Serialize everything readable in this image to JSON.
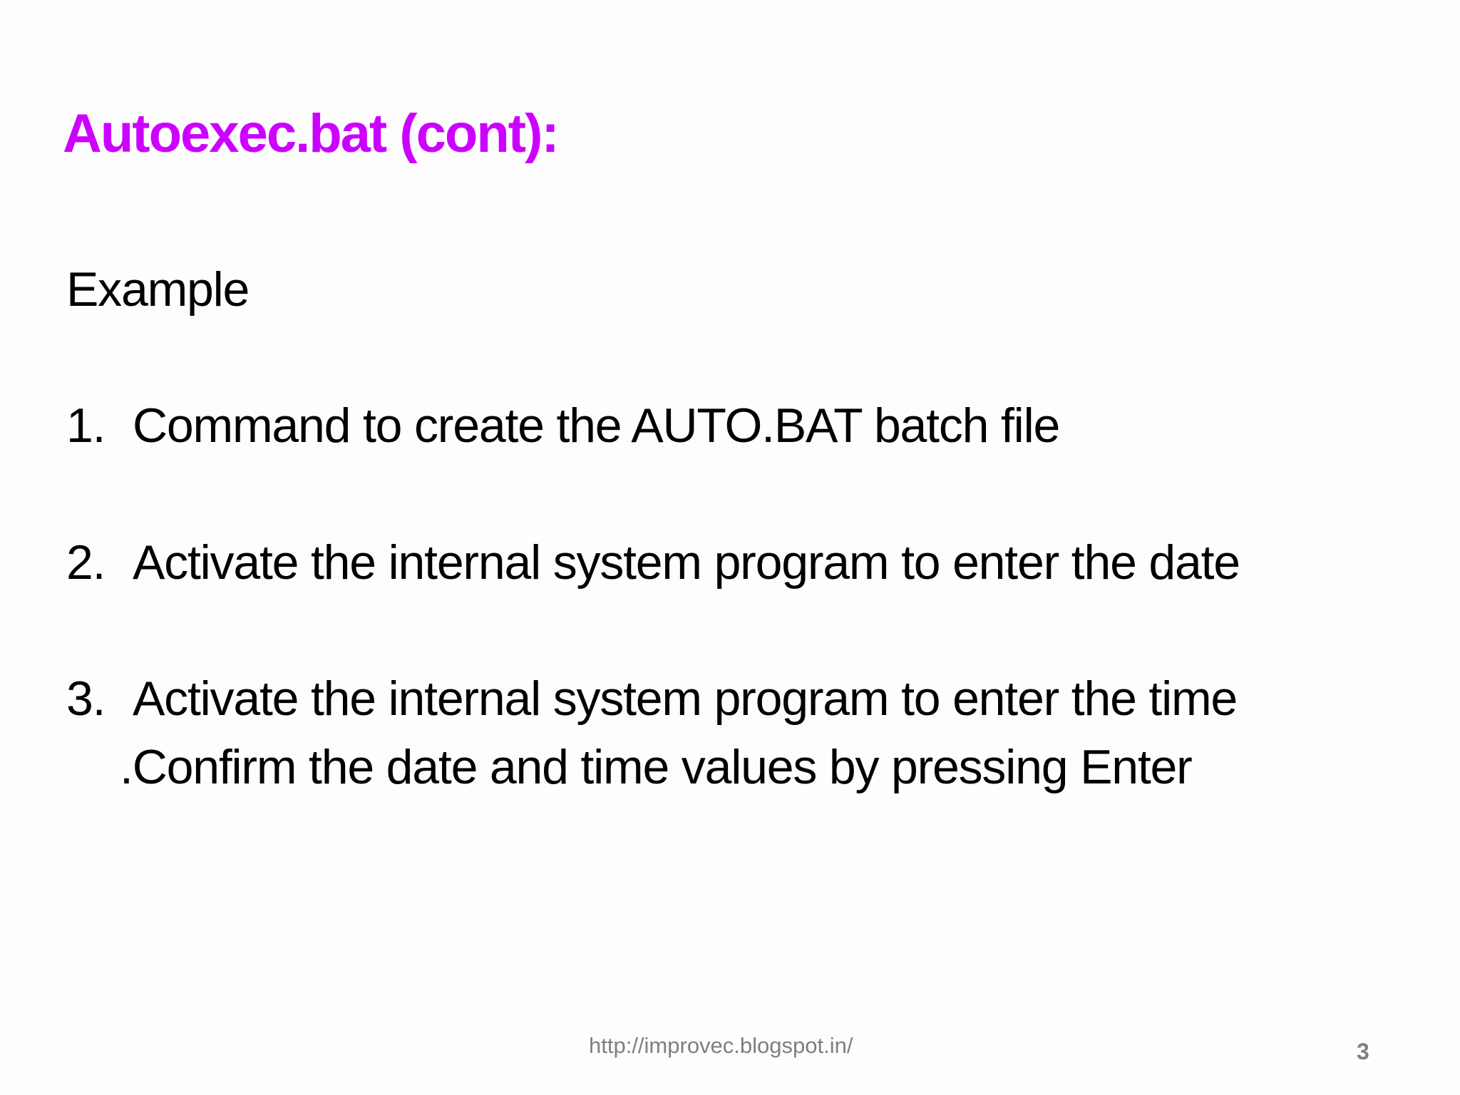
{
  "slide": {
    "title": "Autoexec.bat (cont):",
    "title_color": "#CC00FF",
    "intro": "Example",
    "items": [
      {
        "number": "1.",
        "text": "Command to create the AUTO.BAT batch file"
      },
      {
        "number": "2.",
        "text": "Activate the internal system program to enter the date"
      },
      {
        "number": "3.",
        "text": "Activate the internal system program to enter the time"
      }
    ],
    "continuation": ".Confirm the date and time values by pressing Enter"
  },
  "footer": {
    "url": "http://improvec.blogspot.in/",
    "page_number": "3"
  }
}
